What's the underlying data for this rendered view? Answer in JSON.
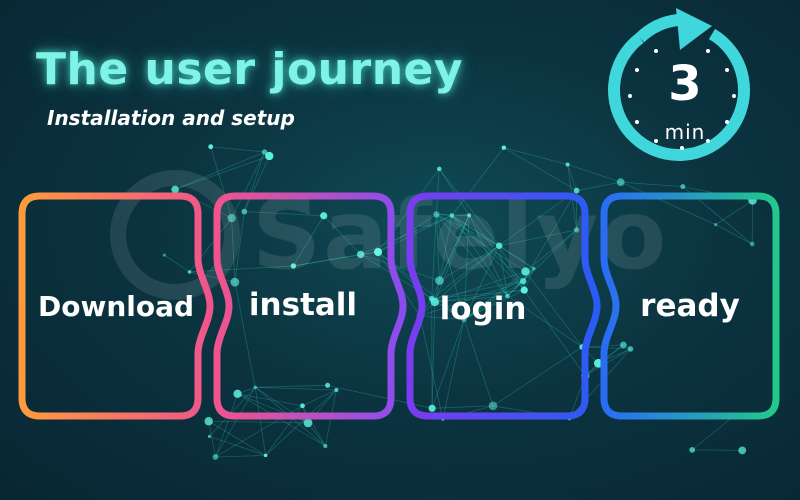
{
  "header": {
    "title": "The user journey",
    "subtitle": "Installation and setup"
  },
  "watermark": {
    "text": "Safelyo"
  },
  "timer": {
    "value": "3",
    "unit": "min",
    "icon": "stopwatch-arrow-icon"
  },
  "steps": [
    {
      "label": "Download",
      "color_start": "#ff9a3c",
      "color_end": "#f0548c"
    },
    {
      "label": "install",
      "color_start": "#f0548c",
      "color_end": "#8a4cf0"
    },
    {
      "label": "login",
      "color_start": "#7a3cf0",
      "color_end": "#2a5cf5"
    },
    {
      "label": "ready",
      "color_start": "#2a6cf5",
      "color_end": "#22c98a"
    }
  ],
  "colors": {
    "title_glow": "#7ff3e6",
    "network": "#3ee6d2",
    "background": "#0b3440"
  }
}
